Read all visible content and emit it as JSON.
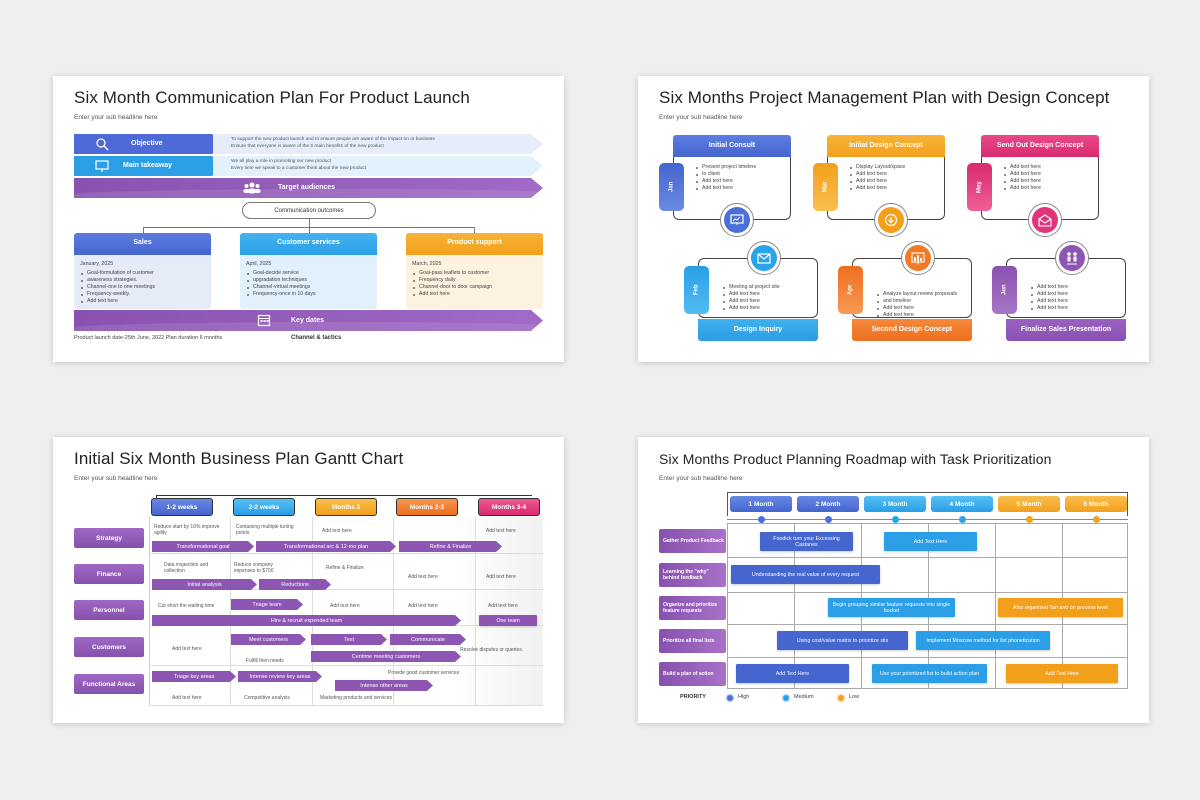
{
  "colors": {
    "purple": "#8e56b3",
    "blue": "#4a6fd8",
    "cyan": "#2aa4e8",
    "orange": "#f2a21d",
    "pink": "#e0357a",
    "orangeRed": "#f07a26"
  },
  "comm": {
    "title": "Six Month Communication Plan For Product Launch",
    "subtitle": "Enter your sub headline here",
    "objective": {
      "label": "Objective",
      "lines": [
        "To support the new product launch and to ensure people are aware of the impact on or business",
        "Ensure that everyone is aware of the 5 main benefits of the new product"
      ]
    },
    "takeaway": {
      "label": "Main takeaway",
      "lines": [
        "We all play a role in promoting our new product",
        "Every time we speak to a customer think about the new product"
      ]
    },
    "audiences": "Target audiences",
    "outcomes": "Communication outcomes",
    "cards": [
      {
        "title": "Sales",
        "date": "January, 2025",
        "items": [
          "Goal-formulation of customer",
          "awareness strategies.",
          "Channel-one to one meetings",
          "Frequency-weekly.",
          "Add text here"
        ]
      },
      {
        "title": "Customer services",
        "date": "April, 2025",
        "items": [
          "Goal-decide service",
          "upgradation techniques",
          "Channel-virtual meetings",
          "Frequency-once in 10 days"
        ]
      },
      {
        "title": "Product support",
        "date": "March, 2025",
        "items": [
          "Goal-pass leaflets to customer",
          "Frequency daily",
          "Channel-door to door campaign",
          "Add text here"
        ]
      }
    ],
    "keydates": "Key dates",
    "footer_left": "Product launch date-25th June, 2022 Plan duration 6 months",
    "footer_right": "Channel & tactics"
  },
  "pm": {
    "title": "Six Months Project Management Plan with Design Concept",
    "subtitle": "Enter your sub headline here",
    "top": [
      {
        "tab": "Jan",
        "head": "Initial Consult",
        "items": [
          "Present project timeline",
          "to client",
          "Add text here",
          "Add text here"
        ],
        "icon": "monitor-icon"
      },
      {
        "tab": "Mar",
        "head": "Initial Design Concept",
        "items": [
          "Display Layout/space",
          "Add text here",
          "Add text here",
          "Add text here"
        ],
        "icon": "download-icon"
      },
      {
        "tab": "May",
        "head": "Send Out Design Concept",
        "items": [
          "Add text here",
          "Add text here",
          "Add text here",
          "Add text here"
        ],
        "icon": "mail-open-icon"
      }
    ],
    "bottom": [
      {
        "tab": "Feb",
        "head": "Design Inquiry",
        "items": [
          "Meeting at project site",
          "Add text here",
          "Add text here",
          "Add text here"
        ],
        "icon": "envelope-icon"
      },
      {
        "tab": "Apr",
        "head": "Second Design Concept",
        "items": [
          "Analyze layout review proposals",
          "and timeline",
          "Add text here",
          "Add text here"
        ],
        "icon": "chart-icon"
      },
      {
        "tab": "Jun",
        "head": "Finalize Sales Presentation",
        "items": [
          "Add text here",
          "Add text here",
          "Add text here",
          "Add text here"
        ],
        "icon": "presentation-icon"
      }
    ]
  },
  "gantt": {
    "title": "Initial Six Month Business Plan Gantt Chart",
    "subtitle": "Enter your sub headline here",
    "headers": [
      "1-2 weeks",
      "2-2 weeks",
      "Months 2",
      "Months 2-3",
      "Months 3-4"
    ],
    "rows": [
      "Strategy",
      "Finance",
      "Personnel",
      "Customers",
      "Functional Areas"
    ],
    "bars": [
      "Transformational goal",
      "Transformational arc & 12-mo plan",
      "Refine & Finalize",
      "Initial analysis",
      "Reductions",
      "Triage team",
      "Hire & recruit expended team",
      "One team",
      "Meet customers",
      "Text",
      "Communicate",
      "Centime meeting customers",
      "Triage key areas",
      "Intense review key areas",
      "Intense other areas"
    ],
    "notes": [
      "Reduce start by 10% improve agility",
      "Containing multiple tuning points",
      "Add text here",
      "Add text here",
      "Data inspection and collection",
      "Reduce company expenses to $700",
      "Refine & Finalize",
      "Add text here",
      "Add text here",
      "Cut short the waiting time",
      "Add text here",
      "Add text here",
      "Add text here",
      "Fulfill then needs",
      "Resolve disputes or queries.",
      "Provide good customer services",
      "Add text here",
      "Competitive analysis",
      "Marketing products and services"
    ]
  },
  "road": {
    "title": "Six Months Product Planning Roadmap with Task Prioritization",
    "subtitle": "Enter your sub headline here",
    "months": [
      "1 Month",
      "2 Month",
      "3 Month",
      "4 Month",
      "5 Month",
      "6 Month"
    ],
    "rows": [
      "Gather Product Feedback",
      "Learning the \"why\" behind feedback",
      "Organize and prioritize feature requests",
      "Prioritize all final lists",
      "Build a plan of action"
    ],
    "bars": [
      "Foodick turn your Excessing Castanes",
      "Add Text Here",
      "Understanding the real value of every request",
      "Begin grouping similar feature requests into single bucket",
      "Also organized Tan and on process level",
      "Using cost/value matrix to prioritize sits",
      "Implement Moscow method for list phonetization",
      "Add Text Here",
      "Use your prioritized list to build action plan",
      "Add Text Here"
    ],
    "priority": "PRIORITY",
    "legend": [
      "High",
      "Medium",
      "Low"
    ]
  }
}
